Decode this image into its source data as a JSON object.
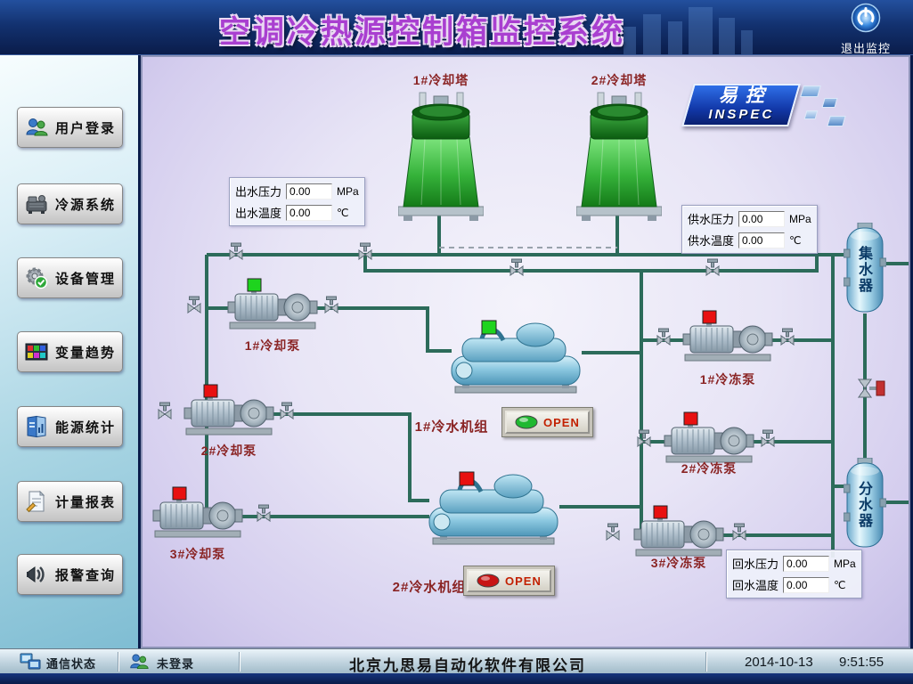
{
  "header": {
    "title": "空调冷热源控制箱监控系统",
    "exit_label": "退出监控"
  },
  "sidebar": {
    "items": [
      {
        "label": "用户登录",
        "icon": "users-icon"
      },
      {
        "label": "冷源系统",
        "icon": "machine-icon"
      },
      {
        "label": "设备管理",
        "icon": "gear-check-icon"
      },
      {
        "label": "变量趋势",
        "icon": "trend-chart-icon"
      },
      {
        "label": "能源统计",
        "icon": "energy-chart-icon"
      },
      {
        "label": "计量报表",
        "icon": "report-icon"
      },
      {
        "label": "报警查询",
        "icon": "alarm-horn-icon"
      }
    ]
  },
  "diagram": {
    "logo": {
      "cn": "易控",
      "en": "INSPEC"
    },
    "towers": [
      {
        "label": "1#冷却塔"
      },
      {
        "label": "2#冷却塔"
      }
    ],
    "panels": {
      "outlet": {
        "rows": [
          {
            "label": "出水压力",
            "value": "0.00",
            "unit": "MPa"
          },
          {
            "label": "出水温度",
            "value": "0.00",
            "unit": "℃"
          }
        ]
      },
      "supply": {
        "rows": [
          {
            "label": "供水压力",
            "value": "0.00",
            "unit": "MPa"
          },
          {
            "label": "供水温度",
            "value": "0.00",
            "unit": "℃"
          }
        ]
      },
      "return": {
        "rows": [
          {
            "label": "回水压力",
            "value": "0.00",
            "unit": "MPa"
          },
          {
            "label": "回水温度",
            "value": "0.00",
            "unit": "℃"
          }
        ]
      }
    },
    "pumps": [
      {
        "label": "1#冷却泵",
        "status_color": "#1ed41e"
      },
      {
        "label": "2#冷却泵",
        "status_color": "#e81010"
      },
      {
        "label": "3#冷却泵",
        "status_color": "#e81010"
      },
      {
        "label": "1#冷冻泵",
        "status_color": "#e81010"
      },
      {
        "label": "2#冷冻泵",
        "status_color": "#e81010"
      },
      {
        "label": "3#冷冻泵",
        "status_color": "#e81010"
      }
    ],
    "chillers": [
      {
        "label": "1#冷水机组",
        "button_label": "OPEN",
        "status_color": "#1ed41e",
        "lamp_color": "#1fb830"
      },
      {
        "label": "2#冷水机组",
        "button_label": "OPEN",
        "status_color": "#e81010",
        "lamp_color": "#c81414"
      }
    ],
    "collector_label": "集水器",
    "distributor_label": "分水器"
  },
  "statusbar": {
    "comm_label": "通信状态",
    "login_status": "未登录",
    "company": "北京九思易自动化软件有限公司",
    "date": "2014-10-13",
    "time": "9:51:55"
  },
  "colors": {
    "run_green": "#1ed41e",
    "stop_red": "#e81010",
    "pipe_teal": "#2c6b5a",
    "title_magenta": "#a93fd0"
  }
}
